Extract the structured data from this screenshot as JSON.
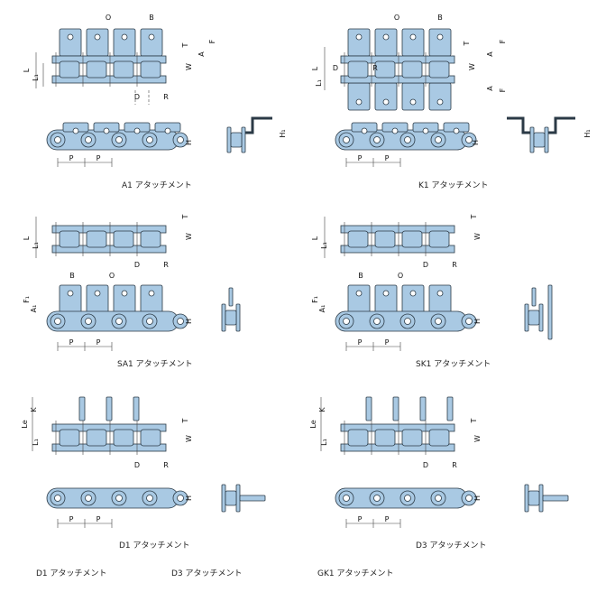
{
  "colors": {
    "fill": "#a9c9e3",
    "stroke": "#2b3a46",
    "dim": "#444444",
    "bg": "#ffffff"
  },
  "labels": {
    "O": "O",
    "B": "B",
    "T": "T",
    "A": "A",
    "F": "F",
    "W": "W",
    "L": "L",
    "L1": "L₁",
    "D": "D",
    "R": "R",
    "P": "P",
    "H": "H",
    "H1": "H₁",
    "F1": "F₁",
    "A1": "A₁",
    "K": "K",
    "Le": "Le"
  },
  "captions": {
    "a1": "A1 アタッチメント",
    "k1": "K1 アタッチメント",
    "sa1": "SA1 アタッチメント",
    "sk1": "SK1 アタッチメント",
    "d1_panel": "D1 アタッチメント",
    "d3_panel": "D3 アタッチメント",
    "bottom_d1": "D1 アタッチメント",
    "bottom_d3": "D3 アタッチメント",
    "bottom_gk1": "GK1 アタッチメント"
  }
}
